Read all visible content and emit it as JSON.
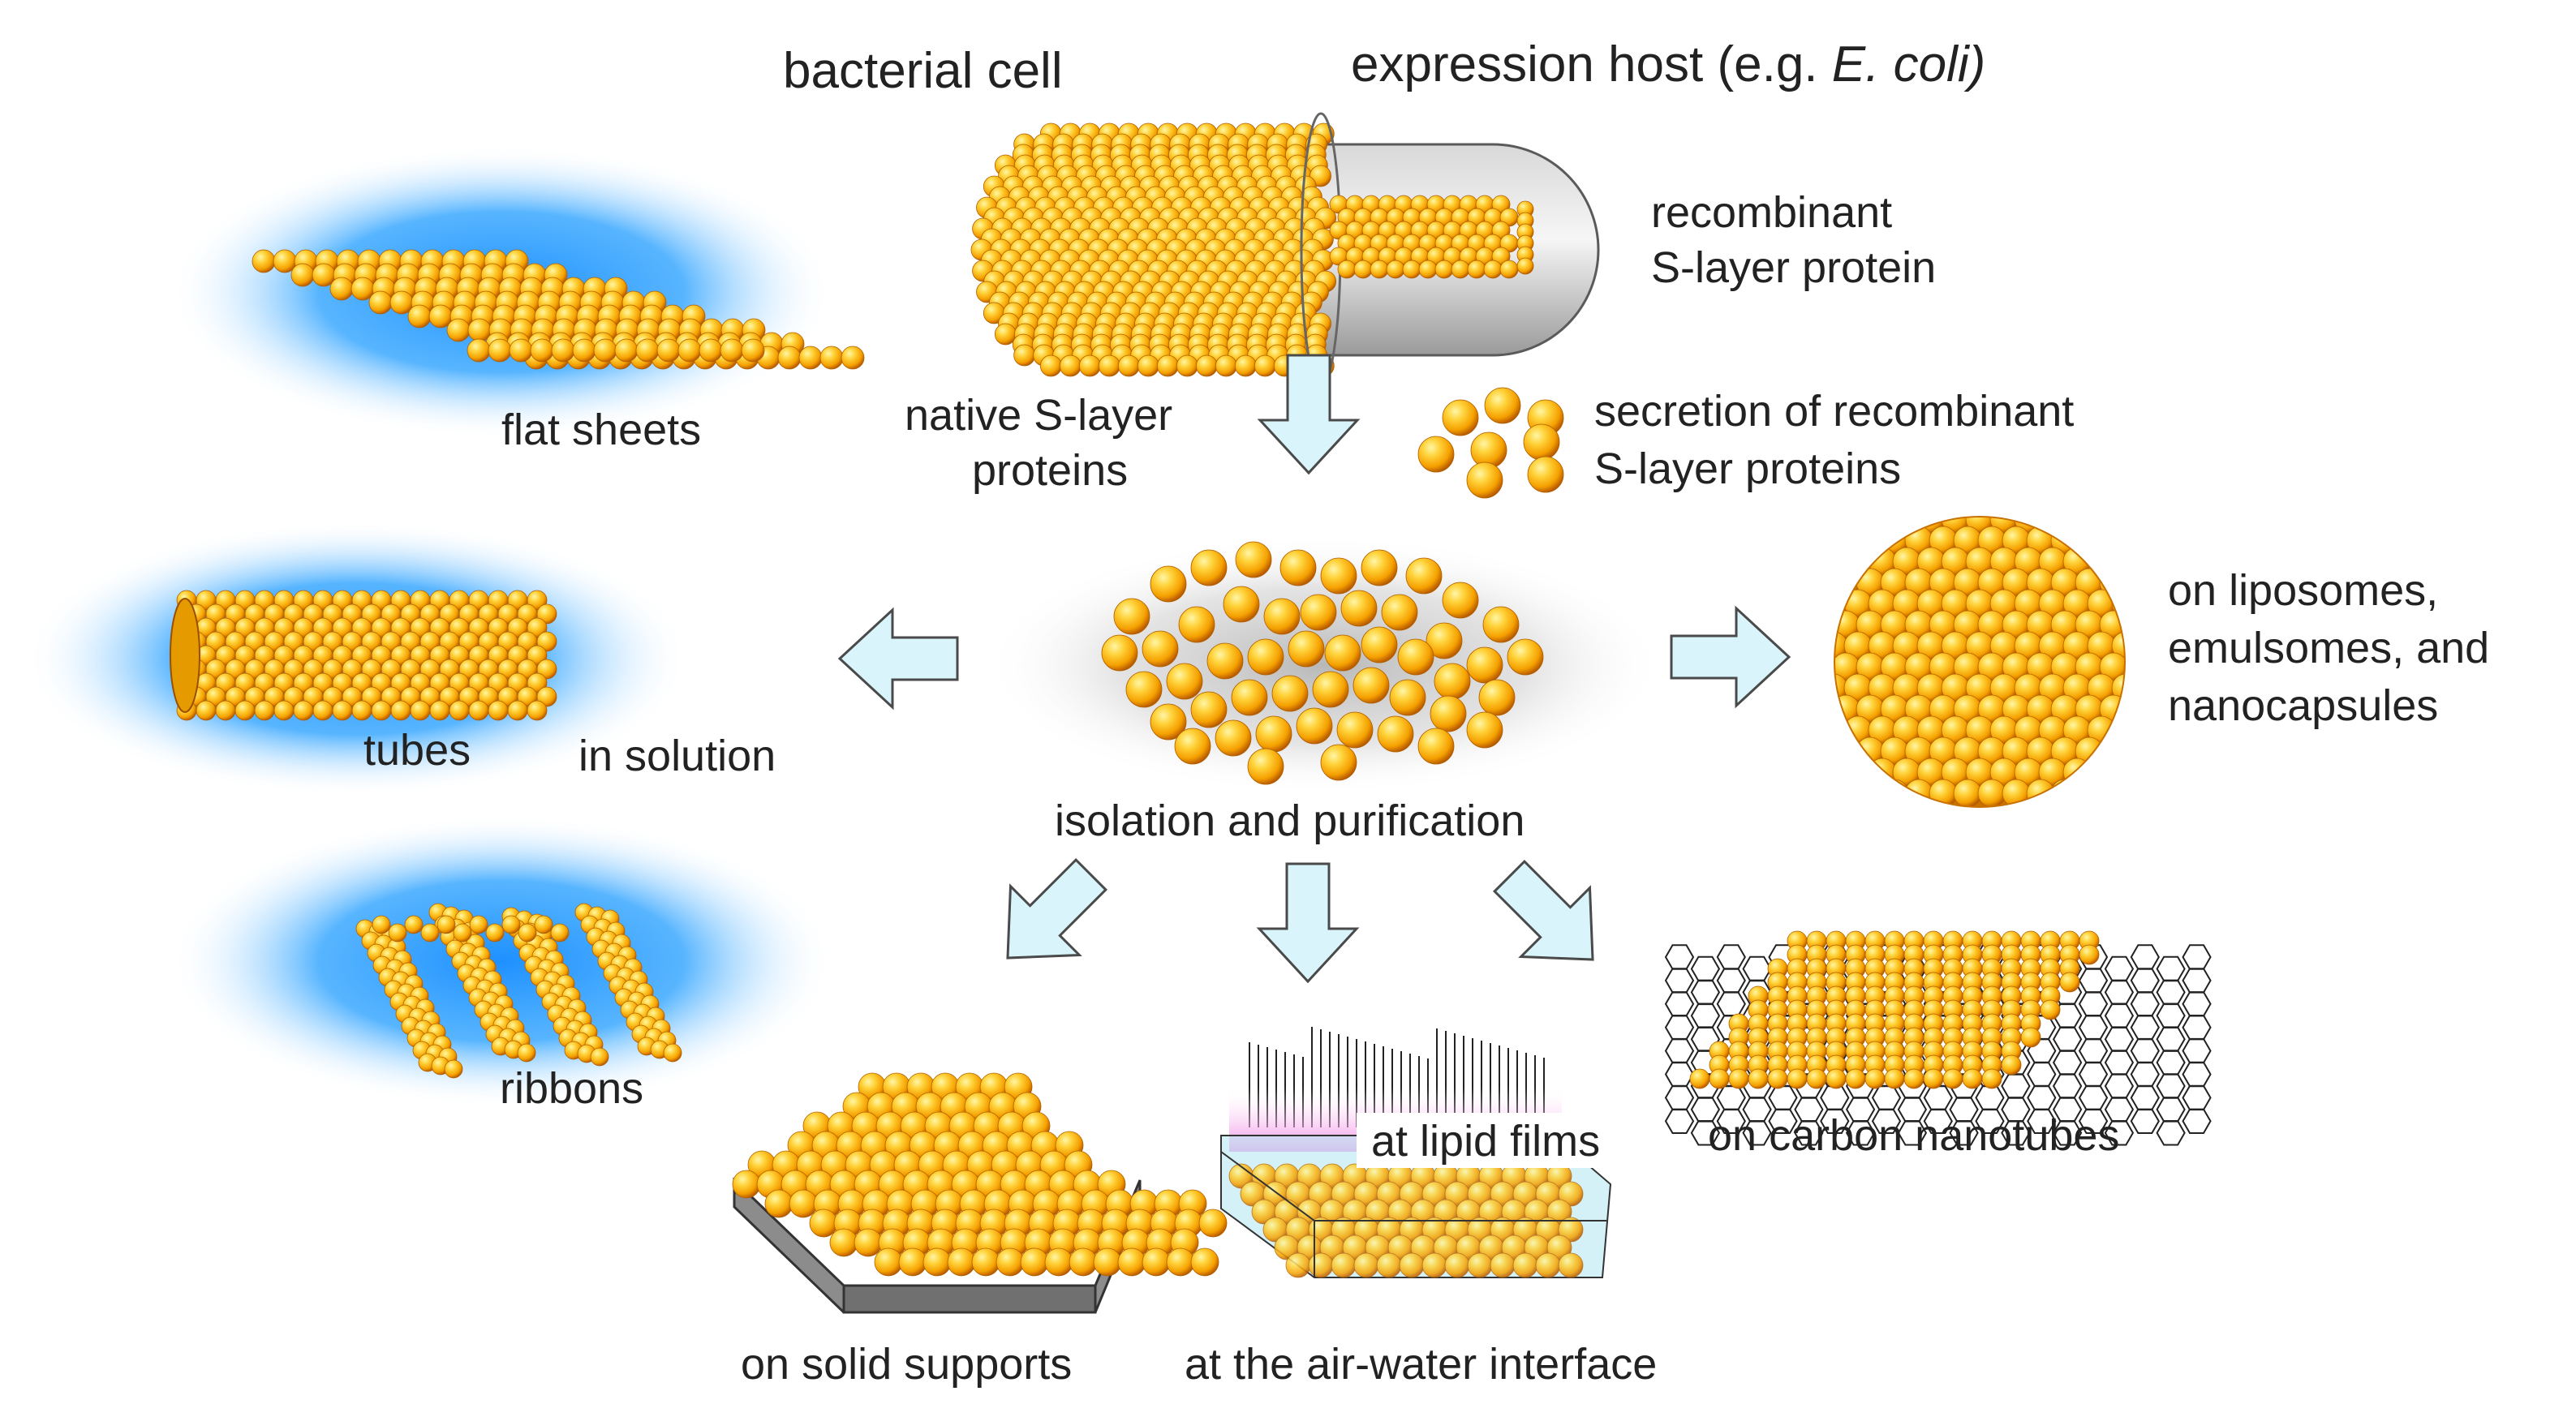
{
  "labels": {
    "bacterial_cell": "bacterial cell",
    "expression_host": "expression host (e.g. ",
    "expression_host_italic": "E. coli)",
    "recombinant_line1": "recombinant",
    "recombinant_line2": "S-layer protein",
    "native_line1": "native S-layer",
    "native_line2": "proteins",
    "secretion_line1": "secretion of recombinant",
    "secretion_line2": "S-layer proteins",
    "flat_sheets": "flat sheets",
    "tubes": "tubes",
    "in_solution": "in solution",
    "ribbons": "ribbons",
    "isolation": "isolation and purification",
    "liposomes_line1": "on liposomes,",
    "liposomes_line2": "emulsomes, and",
    "liposomes_line3": "nanocapsules",
    "carbon_nanotubes": "on carbon nanotubes",
    "lipid_films": "at lipid films",
    "solid_supports": "on solid supports",
    "air_water": "at the air-water interface"
  },
  "colors": {
    "sphere_light": "#ffe066",
    "sphere_mid": "#f5a800",
    "sphere_dark": "#c86400",
    "glow": "#1e90ff",
    "arrow_fill": "#d9f4fb",
    "arrow_stroke": "#4a4a4a",
    "lipid_pink": "#f48ee0",
    "water": "#bfeaf5",
    "support_grey": "#8c8c8c"
  }
}
